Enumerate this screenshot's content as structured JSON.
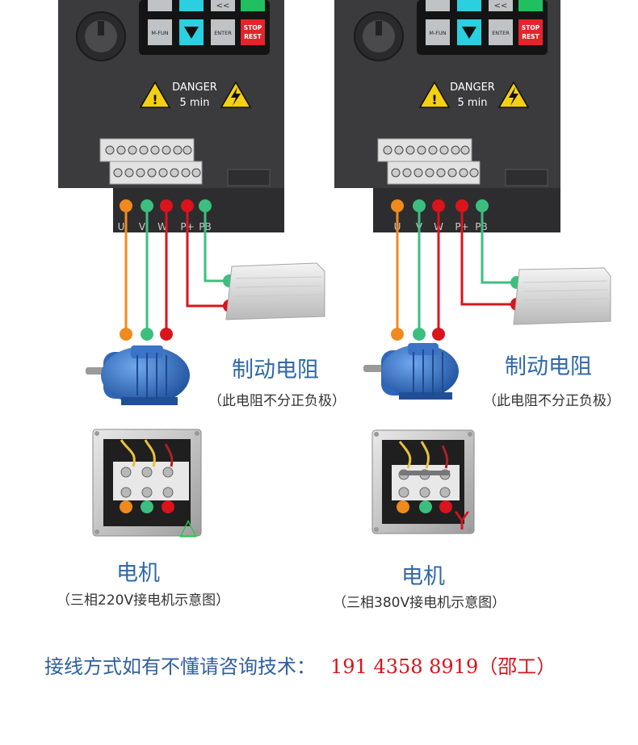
{
  "inverter": {
    "danger_line1": "DANGER",
    "danger_line2": "5 min",
    "key_mfun": "M-FUN",
    "key_enter": "ENTER",
    "key_stop_line1": "STOP",
    "key_stop_line2": "REST",
    "key_shift": "<<",
    "terminals": [
      "U",
      "V",
      "W",
      "P+",
      "PB"
    ]
  },
  "left_panel": {
    "resistor_title": "制动电阻",
    "resistor_note": "（此电阻不分正负极）",
    "motor_title": "电机",
    "motor_note": "（三相220V接电机示意图）",
    "connection_mark": "△"
  },
  "right_panel": {
    "resistor_title": "制动电阻",
    "resistor_note": "（此电阻不分正负极）",
    "motor_title": "电机",
    "motor_note": "（三相380V接电机示意图）",
    "connection_mark": "Y"
  },
  "footer": {
    "question": "接线方式如有不懂请咨询技术：",
    "phone": "191 4358 8919（邵工）"
  },
  "colors": {
    "wire_u": "#f08a1e",
    "wire_v": "#3cbf7e",
    "wire_w": "#d9141c",
    "wire_p": "#d9141c",
    "wire_pb": "#3cbf7e",
    "title_blue": "#2f68a8",
    "phone_red": "#d8141c",
    "delta_green": "#22c84a"
  }
}
